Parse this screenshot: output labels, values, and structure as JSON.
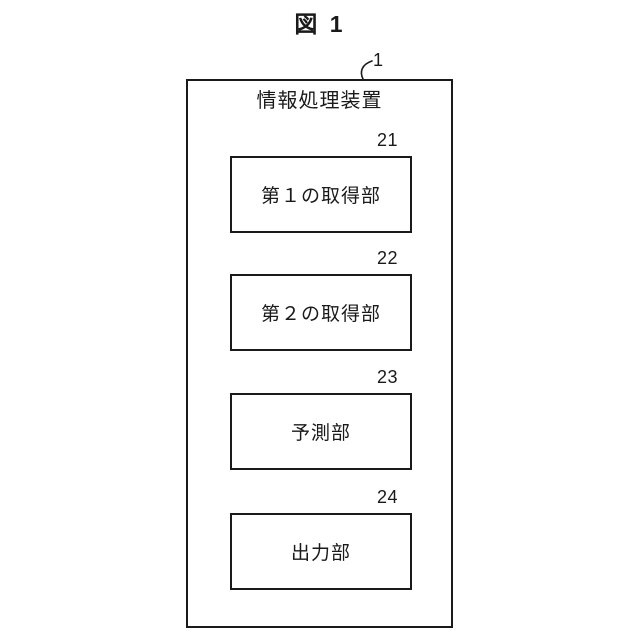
{
  "figure": {
    "title": "図 1",
    "device": {
      "ref": "1",
      "label": "情報処理装置"
    },
    "blocks": [
      {
        "ref": "21",
        "label": "第１の取得部"
      },
      {
        "ref": "22",
        "label": "第２の取得部"
      },
      {
        "ref": "23",
        "label": "予測部"
      },
      {
        "ref": "24",
        "label": "出力部"
      }
    ]
  },
  "colors": {
    "line": "#1a1a1a",
    "background": "#ffffff"
  }
}
